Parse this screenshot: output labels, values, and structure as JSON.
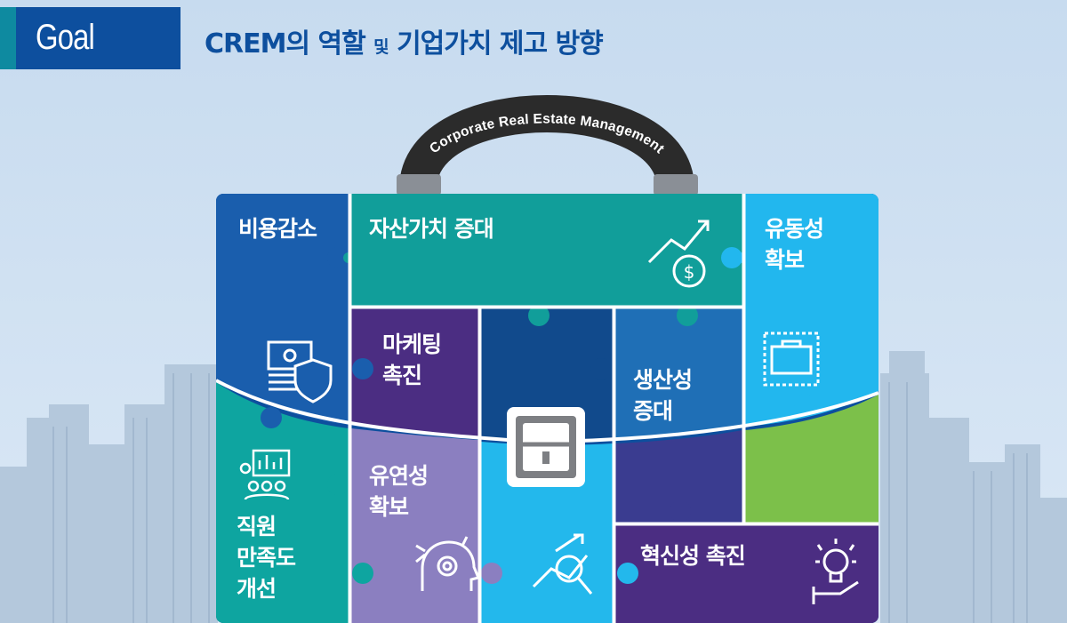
{
  "header": {
    "goal": "Goal",
    "title_a": "CREM의 역할 ",
    "title_b": "및",
    "title_c": " 기업가치 제고 방향"
  },
  "handle": {
    "text": "Corporate Real Estate Management"
  },
  "pieces": {
    "cost": "비용감소",
    "asset": "자산가치 증대",
    "liquidity_1": "유동성",
    "liquidity_2": "확보",
    "marketing_1": "마케팅",
    "marketing_2": "촉진",
    "productivity_1": "생산성",
    "productivity_2": "증대",
    "employee_1": "직원",
    "employee_2": "만족도",
    "employee_3": "개선",
    "flexibility_1": "유연성",
    "flexibility_2": "확보",
    "innovation": "혁신성 촉진"
  },
  "colors": {
    "navy": "#0d4f9e",
    "blue": "#1f6fb6",
    "teal": "#0ea5a0",
    "sky": "#23b8ec",
    "purple": "#4b2d82",
    "lavender": "#8b7fc0",
    "darkblue": "#114a8c",
    "green": "#7cc04a",
    "indigo": "#3a3c90"
  },
  "icons": [
    "money-shield-icon",
    "growth-dollar-icon",
    "briefcase-icon",
    "meeting-icon",
    "gear-head-icon",
    "analytics-icon",
    "lightbulb-hand-icon",
    "lock-icon"
  ]
}
